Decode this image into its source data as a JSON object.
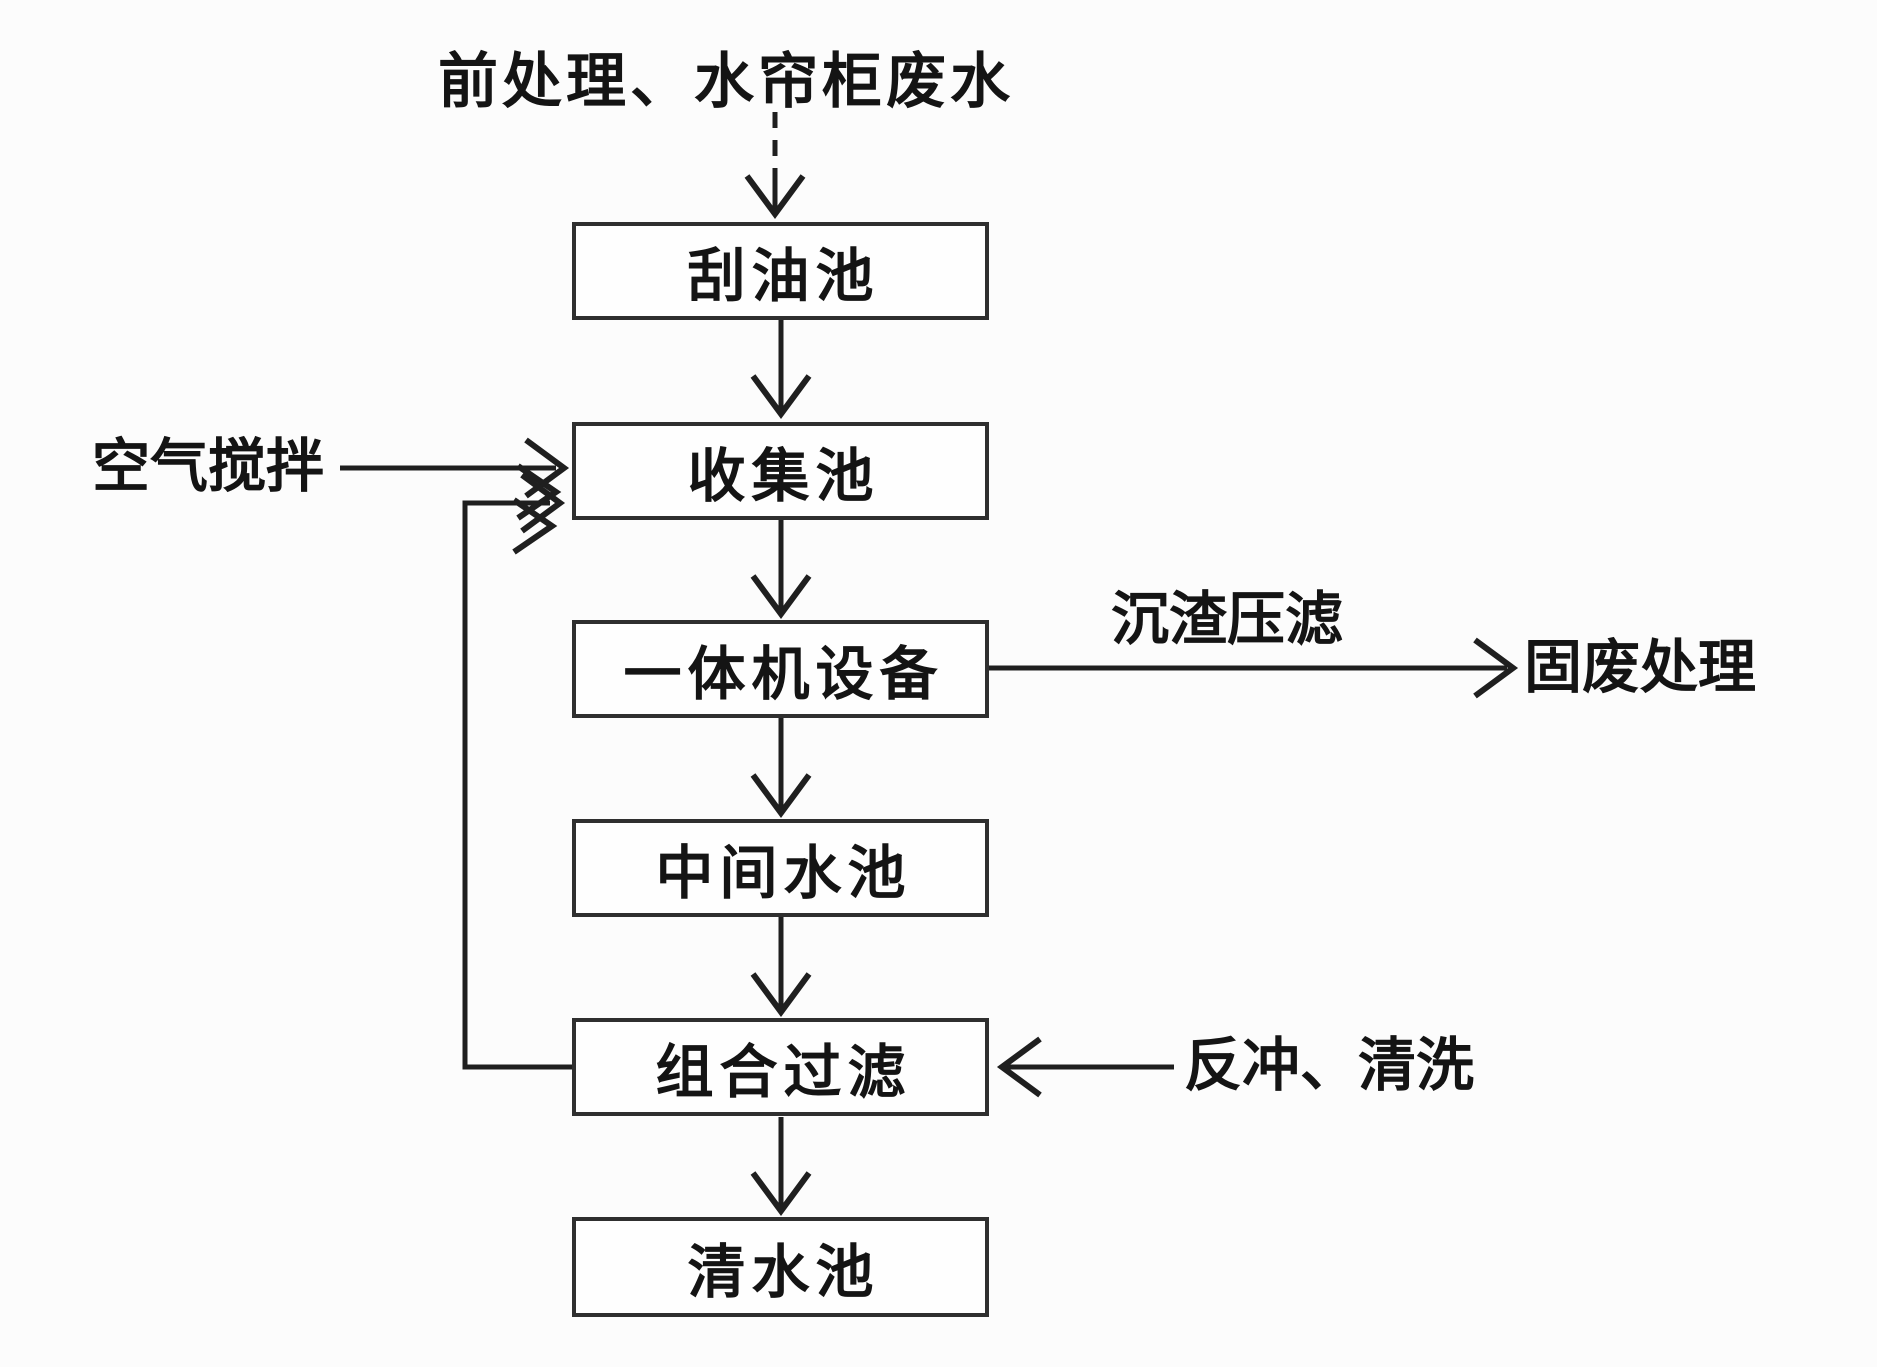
{
  "diagram": {
    "source_label": "前处理、水帘柜废水",
    "nodes": [
      {
        "id": "oil-scraping-tank",
        "label": "刮油池"
      },
      {
        "id": "collection-tank",
        "label": "收集池"
      },
      {
        "id": "aio-equipment",
        "label": "一体机设备"
      },
      {
        "id": "intermediate-tank",
        "label": "中间水池"
      },
      {
        "id": "combined-filter",
        "label": "组合过滤"
      },
      {
        "id": "clean-water-tank",
        "label": "清水池"
      }
    ],
    "annotations": {
      "air_agitation": "空气搅拌",
      "sludge_press": "沉渣压滤",
      "solid_waste": "固废处理",
      "backwash_clean": "反冲、清洗"
    },
    "colors": {
      "line": "#1f1f1f",
      "box_border": "#2f2f2f",
      "box_fill": "#fefefe",
      "background": "#fcfcfc",
      "text": "#141414"
    }
  }
}
